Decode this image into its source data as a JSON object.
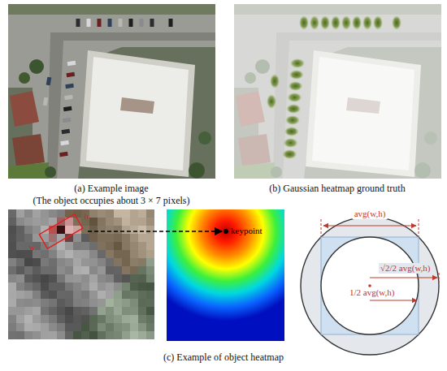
{
  "diagram": {
    "labels": [
      "(a) Example image",
      "(The object occupies about 3 × 7 pixels)",
      "(b) Gaussian heatmap ground truth",
      "(c) Example of object heatmap",
      "h",
      "w",
      "keypoint",
      "avg(w,h)",
      "√2/2 avg(w,h)",
      "1/2 avg(w,h)"
    ]
  }
}
